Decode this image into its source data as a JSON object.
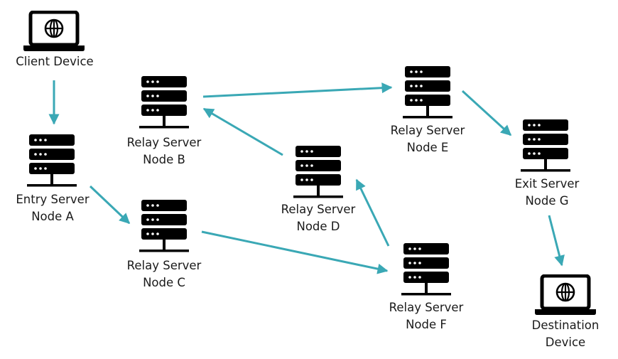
{
  "colors": {
    "arrow": "#3aa8b5",
    "icon": "#000000",
    "background": "#ffffff"
  },
  "nodes": {
    "client": {
      "icon": "laptop-globe-icon",
      "line1": "Client Device",
      "line2": ""
    },
    "entry_a": {
      "icon": "server-icon",
      "line1": "Entry Server",
      "line2": "Node A"
    },
    "relay_b": {
      "icon": "server-icon",
      "line1": "Relay Server",
      "line2": "Node B"
    },
    "relay_c": {
      "icon": "server-icon",
      "line1": "Relay Server",
      "line2": "Node C"
    },
    "relay_d": {
      "icon": "server-icon",
      "line1": "Relay Server",
      "line2": "Node D"
    },
    "relay_e": {
      "icon": "server-icon",
      "line1": "Relay Server",
      "line2": "Node E"
    },
    "relay_f": {
      "icon": "server-icon",
      "line1": "Relay Server",
      "line2": "Node F"
    },
    "exit_g": {
      "icon": "server-icon",
      "line1": "Exit Server",
      "line2": "Node G"
    },
    "destination": {
      "icon": "laptop-globe-icon",
      "line1": "Destination",
      "line2": "Device"
    }
  },
  "edges": [
    {
      "from": "client",
      "to": "entry_a"
    },
    {
      "from": "entry_a",
      "to": "relay_c"
    },
    {
      "from": "relay_c",
      "to": "relay_f"
    },
    {
      "from": "relay_f",
      "to": "relay_d"
    },
    {
      "from": "relay_d",
      "to": "relay_b"
    },
    {
      "from": "relay_b",
      "to": "relay_e"
    },
    {
      "from": "relay_e",
      "to": "exit_g"
    },
    {
      "from": "exit_g",
      "to": "destination"
    }
  ]
}
